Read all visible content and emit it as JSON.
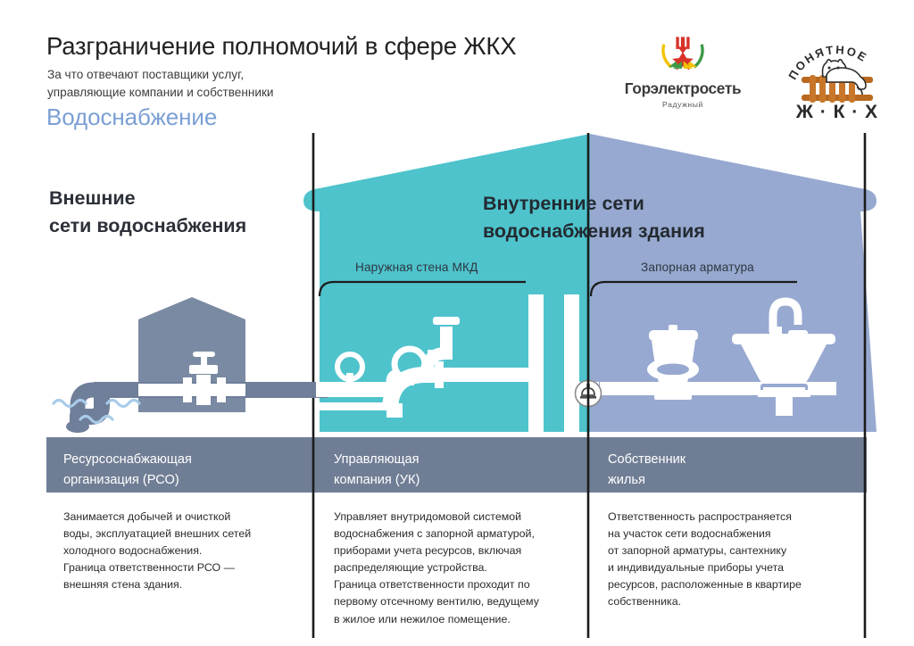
{
  "header": {
    "title": "Разграничение полномочий в сфере ЖКХ",
    "subtitle": "За что отвечают поставщики услуг,\nуправляющие компании и собственники",
    "section_name": "Водоснабжение",
    "section_name_color": "#7b9fd4"
  },
  "logos": {
    "utility": {
      "name": "Горэлектросеть",
      "tagline": "Радужный",
      "icon": "tri-arrow-star-logo",
      "colors": [
        "#d8332a",
        "#f2c200",
        "#3d9a46"
      ]
    },
    "brand": {
      "top_arc": "ПОНЯТНОЕ",
      "bottom": "Ж · К · Х",
      "icon": "cat-on-radiator-logo",
      "colors": [
        "#b9691f",
        "#2b2b2b"
      ]
    }
  },
  "zones": {
    "left": {
      "title": "Внешние\nсети водоснабжения"
    },
    "right": {
      "title": "Внутренние сети\nводоснабжения здания"
    }
  },
  "callouts": [
    {
      "id": "wall",
      "label": "Наружная стена МКД"
    },
    {
      "id": "valve",
      "label": "Запорная арматура"
    }
  ],
  "parties": [
    {
      "id": "rso",
      "name": "Ресурсоснабжающая\nорганизация (РСО)",
      "description": "Занимается добычей и очисткой\nводы, эксплуатацией внешних сетей\nхолодного водоснабжения.\nГраница ответственности РСО —\nвнешняя стена здания."
    },
    {
      "id": "uk",
      "name": "Управляющая\nкомпания (УК)",
      "description": "Управляет внутридомовой системой\nводоснабжения с запорной арматурой,\nприборами учета ресурсов, включая\nраспределяющие устройства.\nГраница ответственности проходит по\nпервому отсечному вентилю, ведущему\nв жилое или нежилое помещение."
    },
    {
      "id": "owner",
      "name": "Собственник\nжилья",
      "description": "Ответственность распространяется\nна участок сети водоснабжения\nот запорной арматуры, сантехнику\nи индивидуальные приборы учета\nресурсов, расположенные в квартире\nсобственника."
    }
  ],
  "diagram": {
    "icons": [
      "pump-house-icon",
      "gate-valve-icon",
      "water-waves-icon",
      "intake-pipe-icon",
      "water-meter-icon",
      "pressure-gauge-icon",
      "riser-pipe-icon",
      "shutoff-valve-icon",
      "toilet-icon",
      "sink-icon"
    ],
    "colors": {
      "teal_zone": "#4ec3cc",
      "blue_zone": "#97a9d0",
      "gray_bar": "#707e95",
      "outline": "#1c1c1c",
      "pipe_white": "#ffffff",
      "pipe_gray": "#6f7e99",
      "wave_blue": "#a8cbe8"
    }
  }
}
